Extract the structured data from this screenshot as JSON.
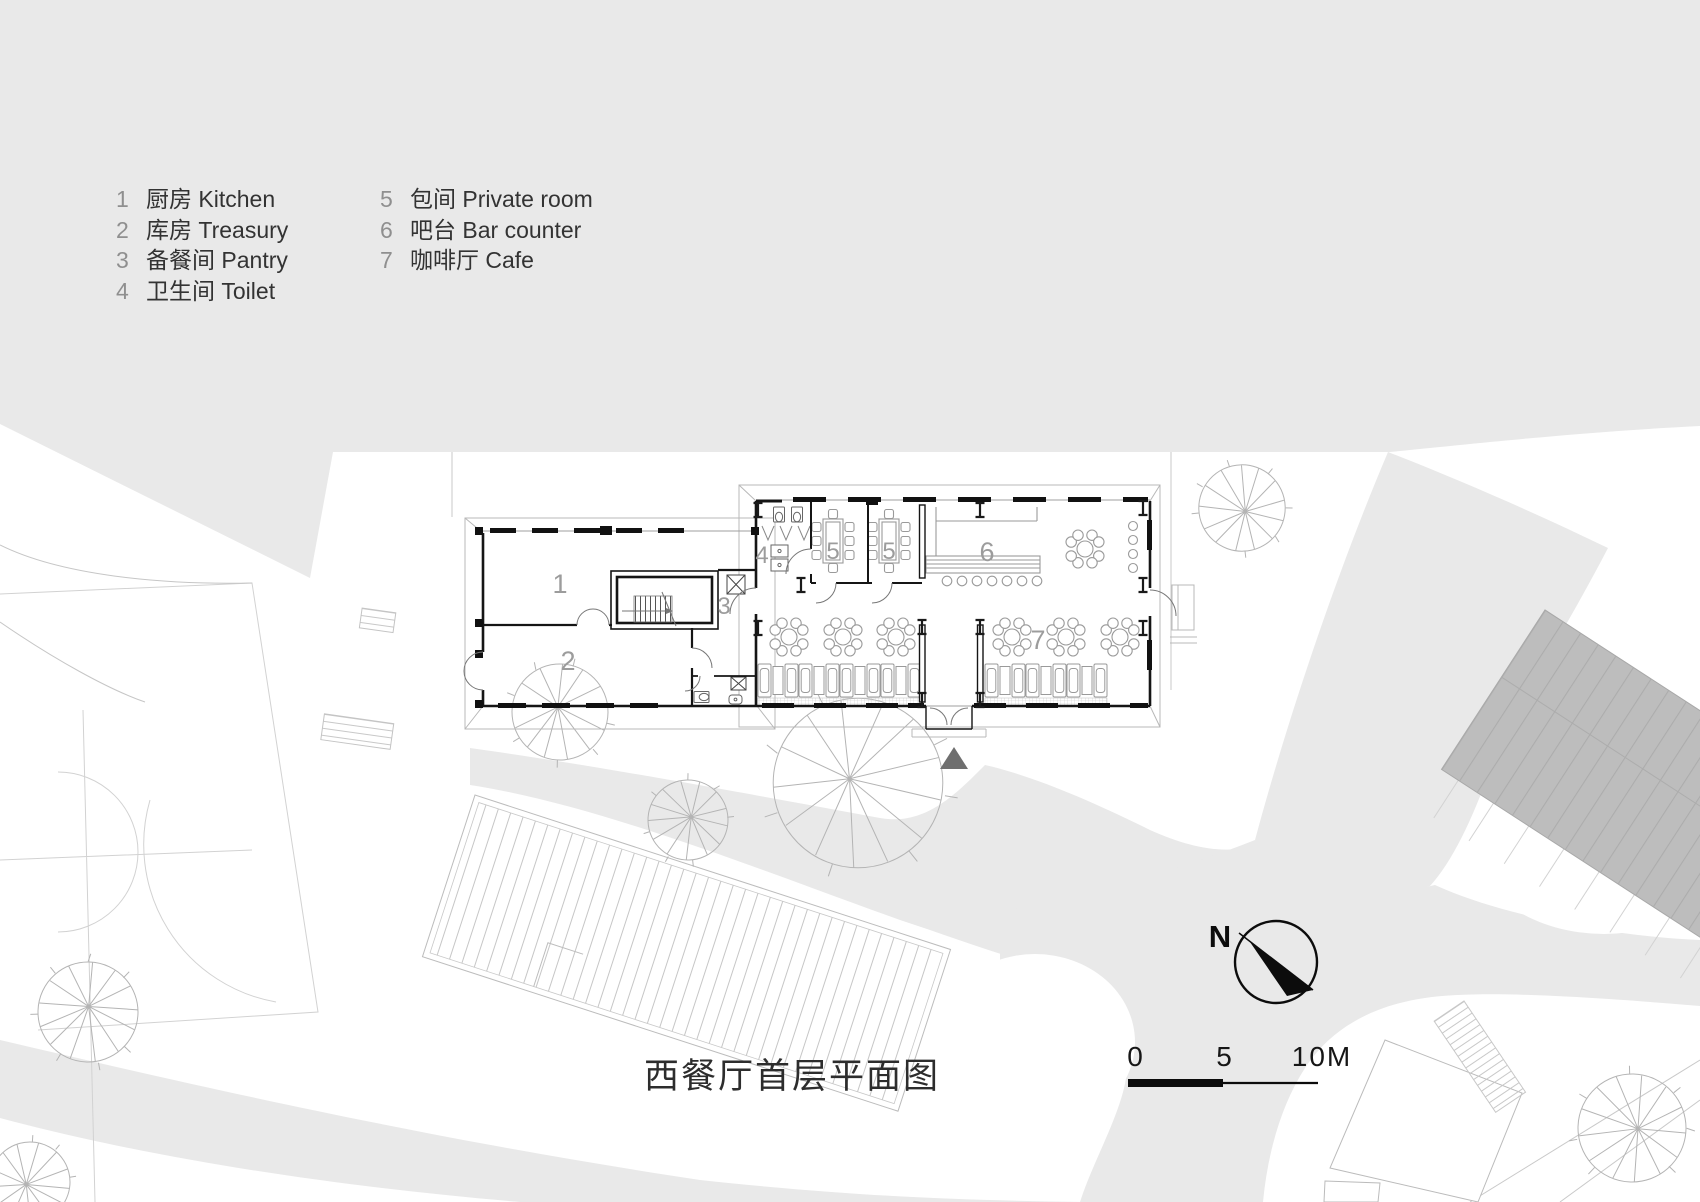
{
  "legend": {
    "items_left": [
      {
        "num": "1",
        "label": "厨房 Kitchen"
      },
      {
        "num": "2",
        "label": "库房 Treasury"
      },
      {
        "num": "3",
        "label": "备餐间 Pantry"
      },
      {
        "num": "4",
        "label": "卫生间 Toilet"
      }
    ],
    "items_right": [
      {
        "num": "5",
        "label": "包间 Private room"
      },
      {
        "num": "6",
        "label": "吧台 Bar counter"
      },
      {
        "num": "7",
        "label": "咖啡厅 Cafe"
      }
    ]
  },
  "plan": {
    "rooms": {
      "r1": "1",
      "r2": "2",
      "r3": "3",
      "r4": "4",
      "r5a": "5",
      "r5b": "5",
      "r6": "6",
      "r7": "7"
    }
  },
  "title": "西餐厅首层平面图",
  "compass_label": "N",
  "scale_bar": {
    "start": "0",
    "mid": "5",
    "end": "10M"
  },
  "colors": {
    "road": "#e9e9e9",
    "dark_roof": "#bdbdbd",
    "wall": "#151515",
    "room_label": "#9c9c9c",
    "entrance_marker": "#6f6f6f"
  }
}
